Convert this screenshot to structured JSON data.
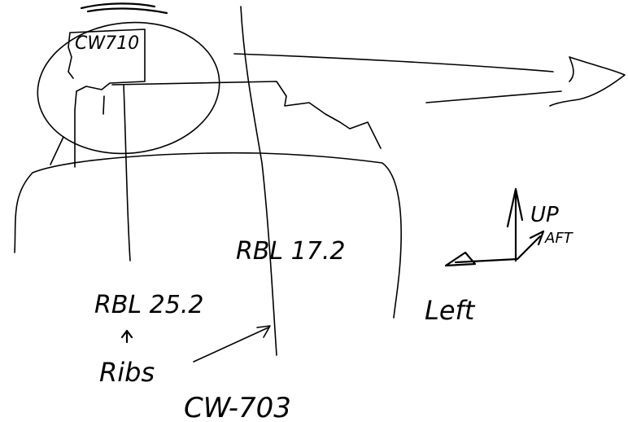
{
  "labels": {
    "part_top": "CW710",
    "station_mid": "RBL 17.2",
    "station_left": "RBL 25.2",
    "ribs": "Ribs",
    "part_bottom": "CW-703",
    "axis_up": "UP",
    "axis_aft": "AFT",
    "axis_left": "Left"
  }
}
